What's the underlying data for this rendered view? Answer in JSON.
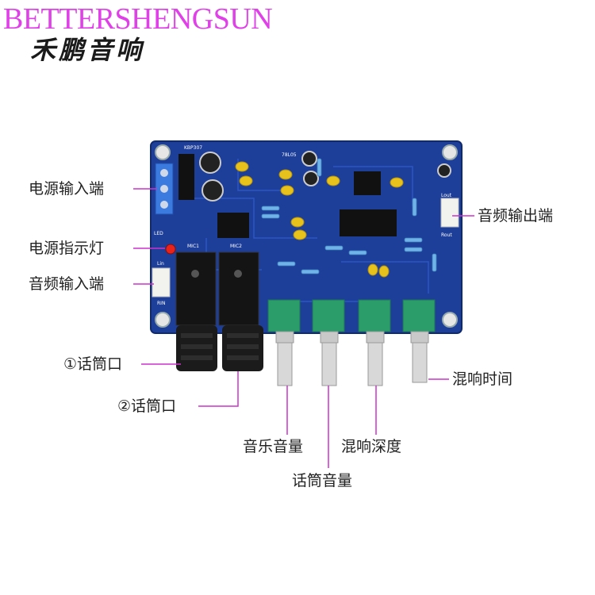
{
  "brand": {
    "title": "BETTERSHENGSUN",
    "chinese_logo": "禾鹏音响",
    "title_color": "#e040e8"
  },
  "labels": {
    "power_input": "电源输入端",
    "power_indicator": "电源指示灯",
    "audio_input": "音频输入端",
    "audio_output": "音频输出端",
    "mic1": "①话筒口",
    "mic2": "②话筒口",
    "reverb_time": "混响时间",
    "music_volume": "音乐音量",
    "reverb_depth": "混响深度",
    "mic_volume": "话筒音量"
  },
  "board_text": {
    "chip": "KBP307",
    "regulator": "78L05",
    "lout": "Lout",
    "rout": "Rout",
    "lin": "Lin",
    "rin": "RIN",
    "led": "LED",
    "mic1": "MIC1",
    "mic2": "MIC2"
  },
  "colors": {
    "pcb": "#1d3f9a",
    "pcb_dark": "#14307c",
    "leader_line": "#cc33cc",
    "pot_green": "#2a9d6a",
    "capacitor_yellow": "#e8c21c",
    "connector": "#f2f2ee"
  }
}
